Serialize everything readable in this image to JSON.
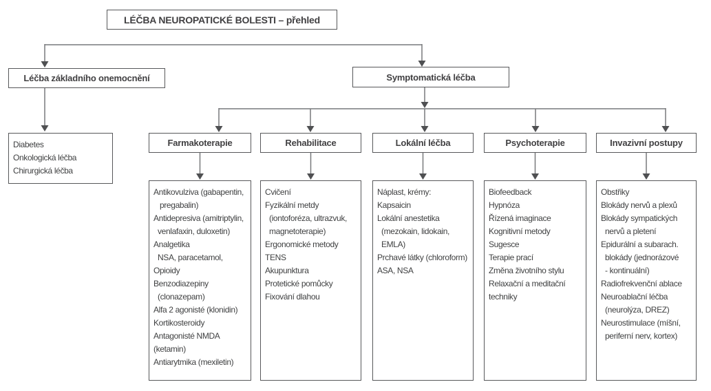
{
  "title": "LÉČBA NEUROPATICKÉ BOLESTI – přehled",
  "left": {
    "label": "Léčba základního onemocnění",
    "items": [
      "Diabetes",
      "Onkologická léčba",
      "Chirurgická léčba"
    ]
  },
  "right": {
    "label": "Symptomatická léčba",
    "columns": [
      {
        "header": "Farmakoterapie",
        "lines": [
          "Antikovulziva (gabapentin,",
          "   pregabalin)",
          "Antidepresiva (amitriptylin,",
          "  venlafaxin, duloxetin)",
          "Analgetika",
          "  NSA, paracetamol,",
          "Opioidy",
          "Benzodiazepiny",
          "  (clonazepam)",
          "Alfa 2 agonisté (klonidin)",
          "Kortikosteroidy",
          "Antagonisté NMDA",
          "(ketamin)",
          "Antiarytmika (mexiletin)"
        ]
      },
      {
        "header": "Rehabilitace",
        "lines": [
          "Cvičení",
          "Fyzikální metdy",
          "  (iontoforéza, ultrazvuk,",
          "  magnetoterapie)",
          "Ergonomické metody",
          "TENS",
          "Akupunktura",
          "Protetické pomůcky",
          "Fixování dlahou"
        ]
      },
      {
        "header": "Lokální léčba",
        "lines": [
          "Náplast, krémy:",
          "Kapsaicin",
          "Lokální anestetika",
          "  (mezokain, lidokain,",
          "  EMLA)",
          "Prchavé látky (chloroform)",
          "ASA, NSA"
        ]
      },
      {
        "header": "Psychoterapie",
        "lines": [
          "Biofeedback",
          "Hypnóza",
          "Řízená imaginace",
          "Kognitivní metody",
          "Sugesce",
          "Terapie prací",
          "Změna životního stylu",
          "Relaxační a meditační",
          "techniky"
        ]
      },
      {
        "header": "Invazivní postupy",
        "lines": [
          "Obstřiky",
          "Blokády nervů a plexů",
          "Blokády sympatických",
          "  nervů a pletení",
          "Epidurální a subarach.",
          "  blokády (jednorázové",
          "  - kontinuální)",
          "Radiofrekvenční ablace",
          "Neuroablační léčba",
          "  (neurolýza, DREZ)",
          "Neurostimulace (míšní,",
          "  periferní nerv, kortex)"
        ]
      }
    ]
  },
  "colors": {
    "line": "#77787b",
    "arrow": "#4f5052",
    "border": "#565759",
    "text": "#3f4041"
  }
}
